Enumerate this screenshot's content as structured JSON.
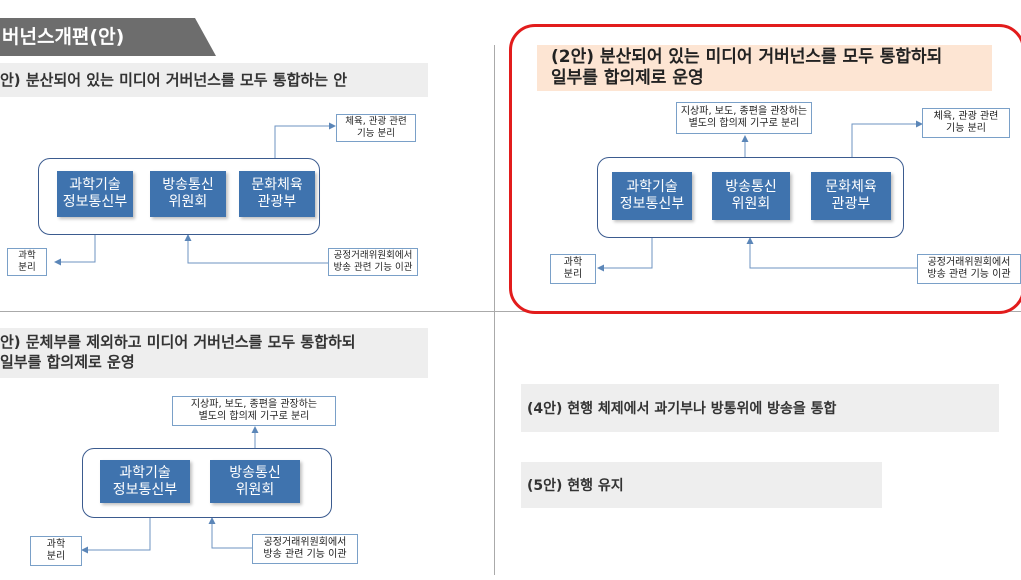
{
  "title": "버넌스개편(안)",
  "option1": {
    "header": "안) 분산되어 있는 미디어 거버넌스를 모두 통합하는 안",
    "boxes": [
      "과학기술\n정보통신부",
      "방송통신\n위원회",
      "문화체육\n관광부"
    ],
    "note_tourism": "체육, 관광 관련\n기능 분리",
    "note_science": "과학\n분리",
    "note_ftc": "공정거래위원회에서\n방송 관련 기능 이관"
  },
  "option2": {
    "header": "(2안) 분산되어 있는 미디어 거버넌스를 모두 통합하되\n일부를 합의제로 운영",
    "boxes": [
      "과학기술\n정보통신부",
      "방송통신\n위원회",
      "문화체육\n관광부"
    ],
    "note_council": "지상파, 보도, 종편을 관장하는\n별도의 합의제 기구로 분리",
    "note_tourism": "체육, 관광 관련\n기능 분리",
    "note_science": "과학\n분리",
    "note_ftc": "공정거래위원회에서\n방송 관련 기능 이관"
  },
  "option3": {
    "header": "안) 문체부를 제외하고 미디어 거버넌스를 모두 통합하되\n일부를 합의제로 운영",
    "boxes": [
      "과학기술\n정보통신부",
      "방송통신\n위원회"
    ],
    "note_council": "지상파, 보도, 종편을 관장하는\n별도의 합의제 기구로 분리",
    "note_science": "과학\n분리",
    "note_ftc": "공정거래위원회에서\n방송 관련 기능 이관"
  },
  "option4": {
    "label": "(4안) 현행 체제에서 과기부나 방통위에 방송을 통합"
  },
  "option5": {
    "label": "(5안) 현행 유지"
  },
  "colors": {
    "box_blue": "#3f73ae",
    "frame_navy": "#3b5b8f",
    "highlight_red": "#e21c1c",
    "header_orange": "#fde5d3"
  }
}
